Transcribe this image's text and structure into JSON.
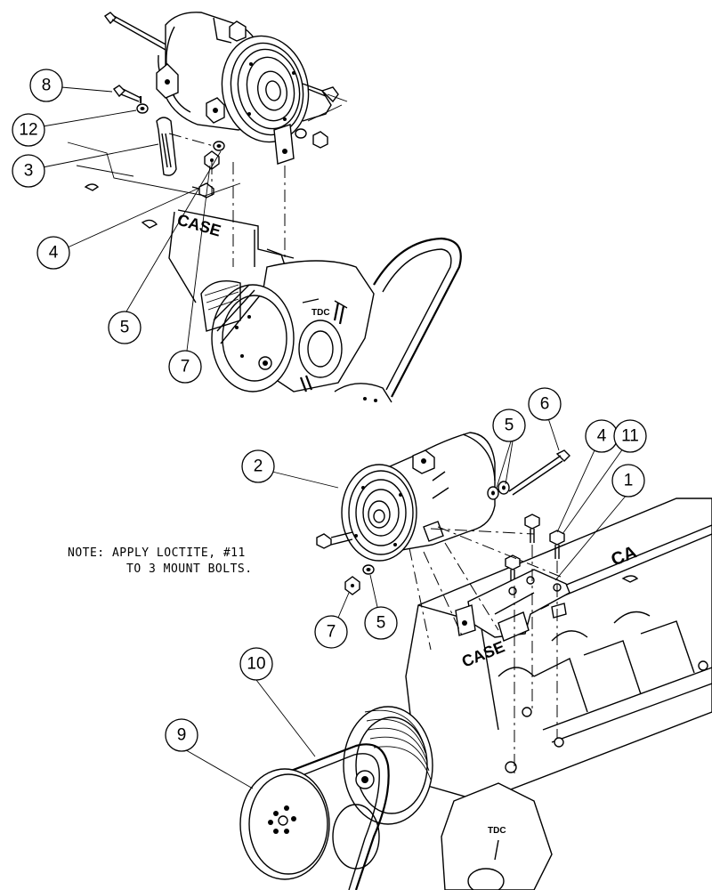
{
  "note": {
    "line1": "NOTE: APPLY LOCTITE, #11",
    "line2": "TO 3 MOUNT BOLTS."
  },
  "engine_labels": {
    "case_upper": "CASE",
    "case_lower": "CASE",
    "tdc_upper": "TDC",
    "tdc_lower": "TDC",
    "case_partial": "CA"
  },
  "callouts": [
    {
      "id": "c8",
      "label": "8"
    },
    {
      "id": "c12",
      "label": "12"
    },
    {
      "id": "c3",
      "label": "3"
    },
    {
      "id": "c4a",
      "label": "4"
    },
    {
      "id": "c5a",
      "label": "5"
    },
    {
      "id": "c7a",
      "label": "7"
    },
    {
      "id": "c2",
      "label": "2"
    },
    {
      "id": "c6",
      "label": "6"
    },
    {
      "id": "c5b",
      "label": "5"
    },
    {
      "id": "c4b",
      "label": "4"
    },
    {
      "id": "c11",
      "label": "11"
    },
    {
      "id": "c1",
      "label": "1"
    },
    {
      "id": "c7b",
      "label": "7"
    },
    {
      "id": "c5c",
      "label": "5"
    },
    {
      "id": "c10",
      "label": "10"
    },
    {
      "id": "c9",
      "label": "9"
    }
  ]
}
